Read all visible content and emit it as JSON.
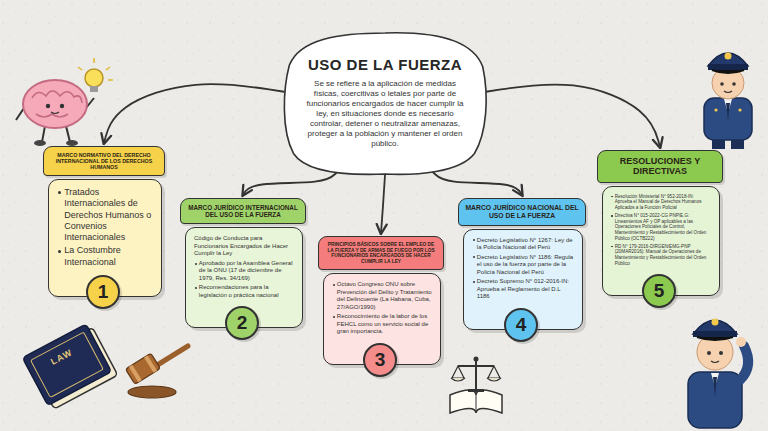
{
  "diagram": {
    "nodes": [
      {
        "text": [
          "USO DE LA FUERZA",
          "Se se refiere a la aplicación de medidas físicas, coercitivas o letales por parte de funcionarios encargados de hacer cumplir la ley, en situaciones donde es necesario controlar, detener o neutralizar amenazas, proteger a la población y mantener el orden público."
        ]
      },
      {
        "text": [
          "MARCO NORMATIVO DEL DERECHO INTERNACIONAL DE LOS DERECHOS HUMANOS",
          "Tratados Internacionales de Derechos Humanos o Convenios Internacionales",
          "La Costumbre Internacional"
        ]
      },
      {
        "text": [
          "1"
        ]
      },
      {
        "text": [
          "MARCO JURÍDICO INTERNACIONAL DEL USO DE LA FUERZA",
          "Código de Conducta para Funcionarios Encargados de Hacer Cumplir la Ley",
          "Aprobado por la Asamblea General de la ONU (17 de diciembre de 1979, Res. 34/169)",
          "Recomendaciones para la legislación o práctica nacional"
        ]
      },
      {
        "text": [
          "2"
        ]
      },
      {
        "text": [
          "PRINCIPIOS BÁSICOS SOBRE EL EMPLEO DE LA FUERZA Y DE ARMAS DE FUEGO POR LOS FUNCIONARIOS ENCARGADOS DE HACER CUMPLIR LA LEY",
          "Octavo Congreso ONU sobre Prevención del Delito y Tratamiento del Delincuente (La Habana, Cuba, 27/AGO/1990)",
          "Reconocimiento de la labor de los FEHCL como un servicio social de gran importancia."
        ]
      },
      {
        "text": [
          "3"
        ]
      },
      {
        "text": [
          "MARCO JURÍDICO NACIONAL DEL USO DE LA FUERZA",
          "Decreto Legislativo N° 1267: Ley de la Policía Nacional del Perú",
          "Decreto Legislativo N° 1186: Regula el uso de la fuerza por parte de la Policía Nacional del Perú",
          "Decreto Supremo N° 012-2016-IN: Aprueba el Reglamento del D.L 1186"
        ]
      },
      {
        "text": [
          "4"
        ]
      },
      {
        "text": [
          "RESOLUCIONES Y DIRECTIVAS",
          "Resolución Ministerial N° 952-2018-IN: Aprueba el Manual de Derechos Humanos Aplicados a la Función Policial",
          "Directiva N° 015-2022-CG PNP/E.G: Lineamientos AF y OP aplicables a las Operaciones Policiales de Control, Mantenimiento y Restablecimiento del Orden Público (OCTB222)",
          "RD N° 179-2016-DIRGEN/EMG-PNP (20MAR2016): Manual de Operaciones de Mantenimiento y Restablecimiento del Orden Público"
        ]
      },
      {
        "text": [
          "5"
        ]
      }
    ],
    "edges": [
      {
        "from": 0,
        "to": 1,
        "arrow": "to"
      },
      {
        "from": 0,
        "to": 3,
        "arrow": "to"
      },
      {
        "from": 0,
        "to": 5,
        "arrow": "to"
      },
      {
        "from": 0,
        "to": 7,
        "arrow": "to"
      },
      {
        "from": 0,
        "to": 9,
        "arrow": "to"
      }
    ],
    "labels": [
      "LAW"
    ]
  }
}
